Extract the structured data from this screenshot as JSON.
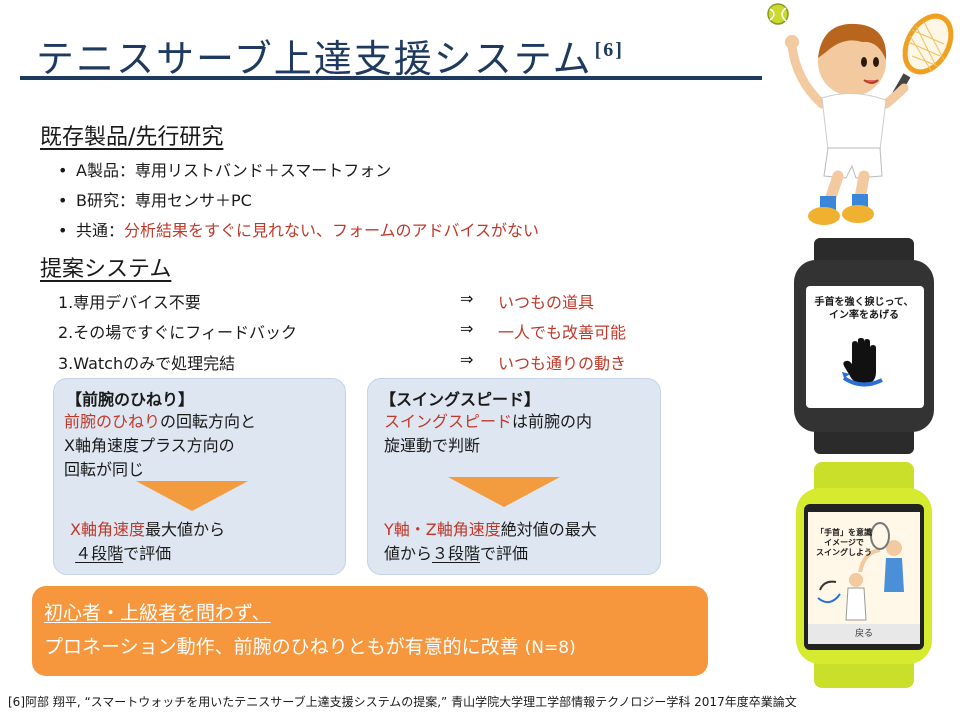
{
  "title": {
    "text": "テニスサーブ上達支援システム",
    "ref": "[6]"
  },
  "existing": {
    "heading": "既存製品/先行研究",
    "items": [
      {
        "label": "A製品：",
        "text": "専用リストバンド＋スマートフォン",
        "red": ""
      },
      {
        "label": "B研究：",
        "text": "専用センサ＋PC",
        "red": ""
      },
      {
        "label": "共通：",
        "text": "",
        "red": "分析結果をすぐに見れない、フォームのアドバイスがない"
      }
    ]
  },
  "proposal": {
    "heading": "提案システム",
    "items": [
      {
        "left": "1.専用デバイス不要",
        "arrow": "⇒",
        "right": "いつもの道具"
      },
      {
        "left": "2.その場ですぐにフィードバック",
        "arrow": "⇒",
        "right": "一人でも改善可能"
      },
      {
        "left": "3.Watchのみで処理完結",
        "arrow": "⇒",
        "right": "いつも通りの動き"
      }
    ]
  },
  "box1": {
    "header": "【前腕のひねり】",
    "line1_red": "前腕のひねり",
    "line1_rest": "の回転方向と",
    "line2": "X軸角速度プラス方向の",
    "line3": "回転が同じ",
    "result_red": "X軸角速度",
    "result_rest": "最大値から",
    "result2_u": "４段階",
    "result2_rest": "で評価"
  },
  "box2": {
    "header": "【スイングスピード】",
    "line1_red": "スイングスピード",
    "line1_rest": "は前腕の内",
    "line2": "旋運動で判断",
    "result_red": "Y軸・Z軸角速度",
    "result_rest": "絶対値の最大",
    "result2_pre": "値から",
    "result2_u": "３段階",
    "result2_rest": "で評価"
  },
  "conclusion": {
    "line1": "初心者・上級者を問わず、",
    "line2": "プロネーション動作、前腕のひねりともが有意的に改善",
    "line2_n": "(N=8)"
  },
  "citation": "[6]阿部 翔平, “スマートウォッチを用いたテニスサーブ上達支援システムの提案,” 青山学院大学理工学部情報テクノロジー学科 2017年度卒業論文",
  "watch1": {
    "text1": "手首を強く捩じって、",
    "text2": "イン率をあげる"
  },
  "watch2": {
    "caption1": "「手首」を意識",
    "caption2": "イメージで",
    "caption3": "スイングしよう",
    "button": "戻る"
  },
  "colors": {
    "title": "#1f3a5f",
    "red": "#c0392b",
    "box": "#dde6f1",
    "orange": "#f6963d",
    "triangle": "#f39b3f"
  }
}
